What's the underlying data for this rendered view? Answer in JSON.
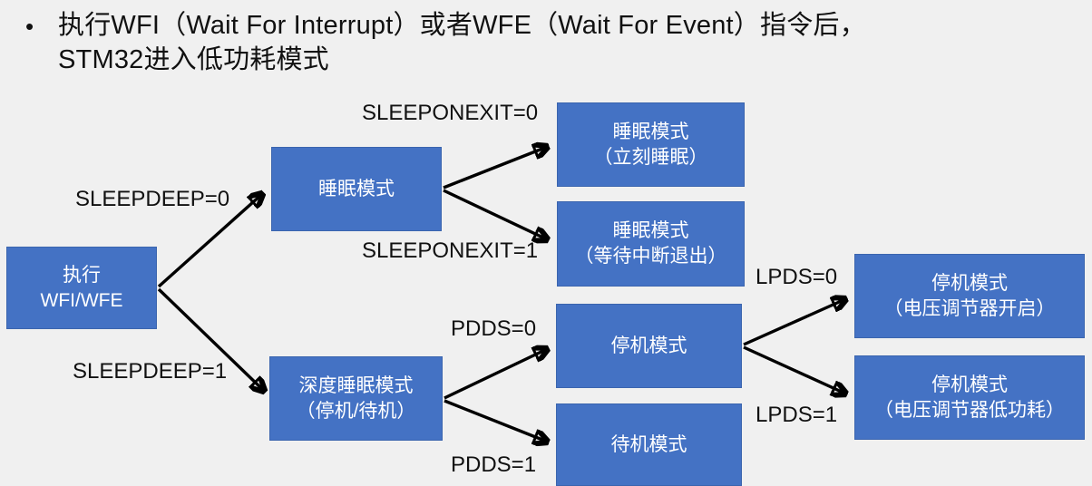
{
  "slide": {
    "bullet_glyph": "•",
    "title_line1": "执行WFI（Wait For Interrupt）或者WFE（Wait For Event）指令后，",
    "title_line2": "STM32进入低功耗模式"
  },
  "colors": {
    "bg": "#f0f0f0",
    "box": "#4472C4",
    "box-border": "#3b65ae",
    "box-text": "#ffffff",
    "arrow": "#000000"
  },
  "diagram": {
    "nodes": [
      {
        "id": "exec",
        "lines": [
          "执行",
          "WFI/WFE"
        ]
      },
      {
        "id": "sleep",
        "lines": [
          "睡眠模式"
        ]
      },
      {
        "id": "deep-sleep",
        "lines": [
          "深度睡眠模式",
          "（停机/待机）"
        ]
      },
      {
        "id": "sleep-immediate",
        "lines": [
          "睡眠模式",
          "（立刻睡眠）"
        ]
      },
      {
        "id": "sleep-on-exit",
        "lines": [
          "睡眠模式",
          "（等待中断退出）"
        ]
      },
      {
        "id": "stop",
        "lines": [
          "停机模式"
        ]
      },
      {
        "id": "standby",
        "lines": [
          "待机模式"
        ]
      },
      {
        "id": "stop-regulator-on",
        "lines": [
          "停机模式",
          "（电压调节器开启）"
        ]
      },
      {
        "id": "stop-regulator-lp",
        "lines": [
          "停机模式",
          "（电压调节器低功耗）"
        ]
      }
    ],
    "labels": [
      {
        "id": "sleepdeep0",
        "text": "SLEEPDEEP=0"
      },
      {
        "id": "sleeponexit0",
        "text": "SLEEPONEXIT=0"
      },
      {
        "id": "sleeponexit1",
        "text": "SLEEPONEXIT=1"
      },
      {
        "id": "sleepdeep1",
        "text": "SLEEPDEEP=1"
      },
      {
        "id": "pdds0",
        "text": "PDDS=0"
      },
      {
        "id": "pdds1",
        "text": "PDDS=1"
      },
      {
        "id": "lpds0",
        "text": "LPDS=0"
      },
      {
        "id": "lpds1",
        "text": "LPDS=1"
      }
    ]
  }
}
